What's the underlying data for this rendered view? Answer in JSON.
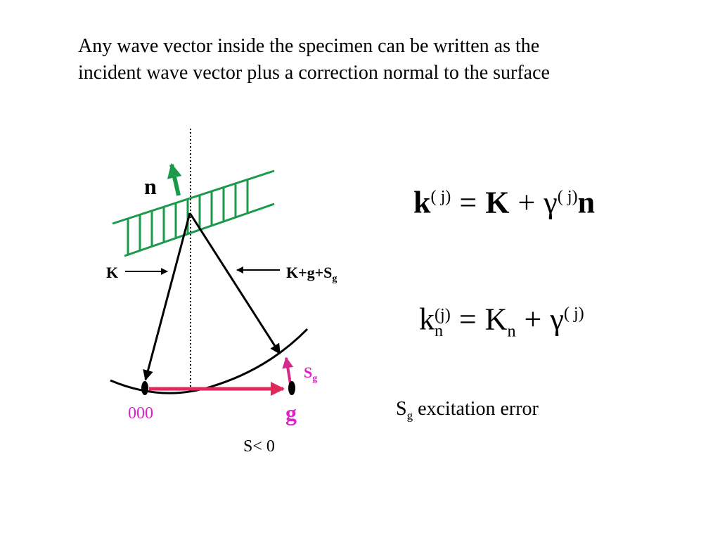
{
  "header": {
    "line1": "Any wave vector inside the specimen can be written as the",
    "line2": "incident wave vector plus a correction normal to the surface"
  },
  "diagram": {
    "label_n": "n",
    "label_K": "K",
    "label_Kg_main": "K+g+S",
    "label_Kg_sub": "g",
    "label_Sg_main": "S",
    "label_Sg_sub": "g",
    "label_origin": "000",
    "label_g": "g",
    "label_condition": "S< 0",
    "colors": {
      "surface_green": "#1a9a4a",
      "normal_green": "#1a9a4a",
      "g_vector": "#e0285a",
      "sg_vector": "#d42a8a",
      "magenta_text": "#e020c8",
      "black": "#000000"
    }
  },
  "equations": {
    "eq1": {
      "k": "k",
      "sup_j": "( j)",
      "equals": "=",
      "K": "K",
      "plus": "+",
      "gamma": "γ",
      "sup_j2": "( j)",
      "n": "n"
    },
    "eq2": {
      "k": "k",
      "sup_j": "(j)",
      "sub_n": "n",
      "equals": "=",
      "K": "K",
      "sub_n2": "n",
      "plus": "+",
      "gamma": "γ",
      "sup_j2": "( j)"
    }
  },
  "note": {
    "s": "S",
    "sub": "g",
    "text": " excitation error"
  }
}
